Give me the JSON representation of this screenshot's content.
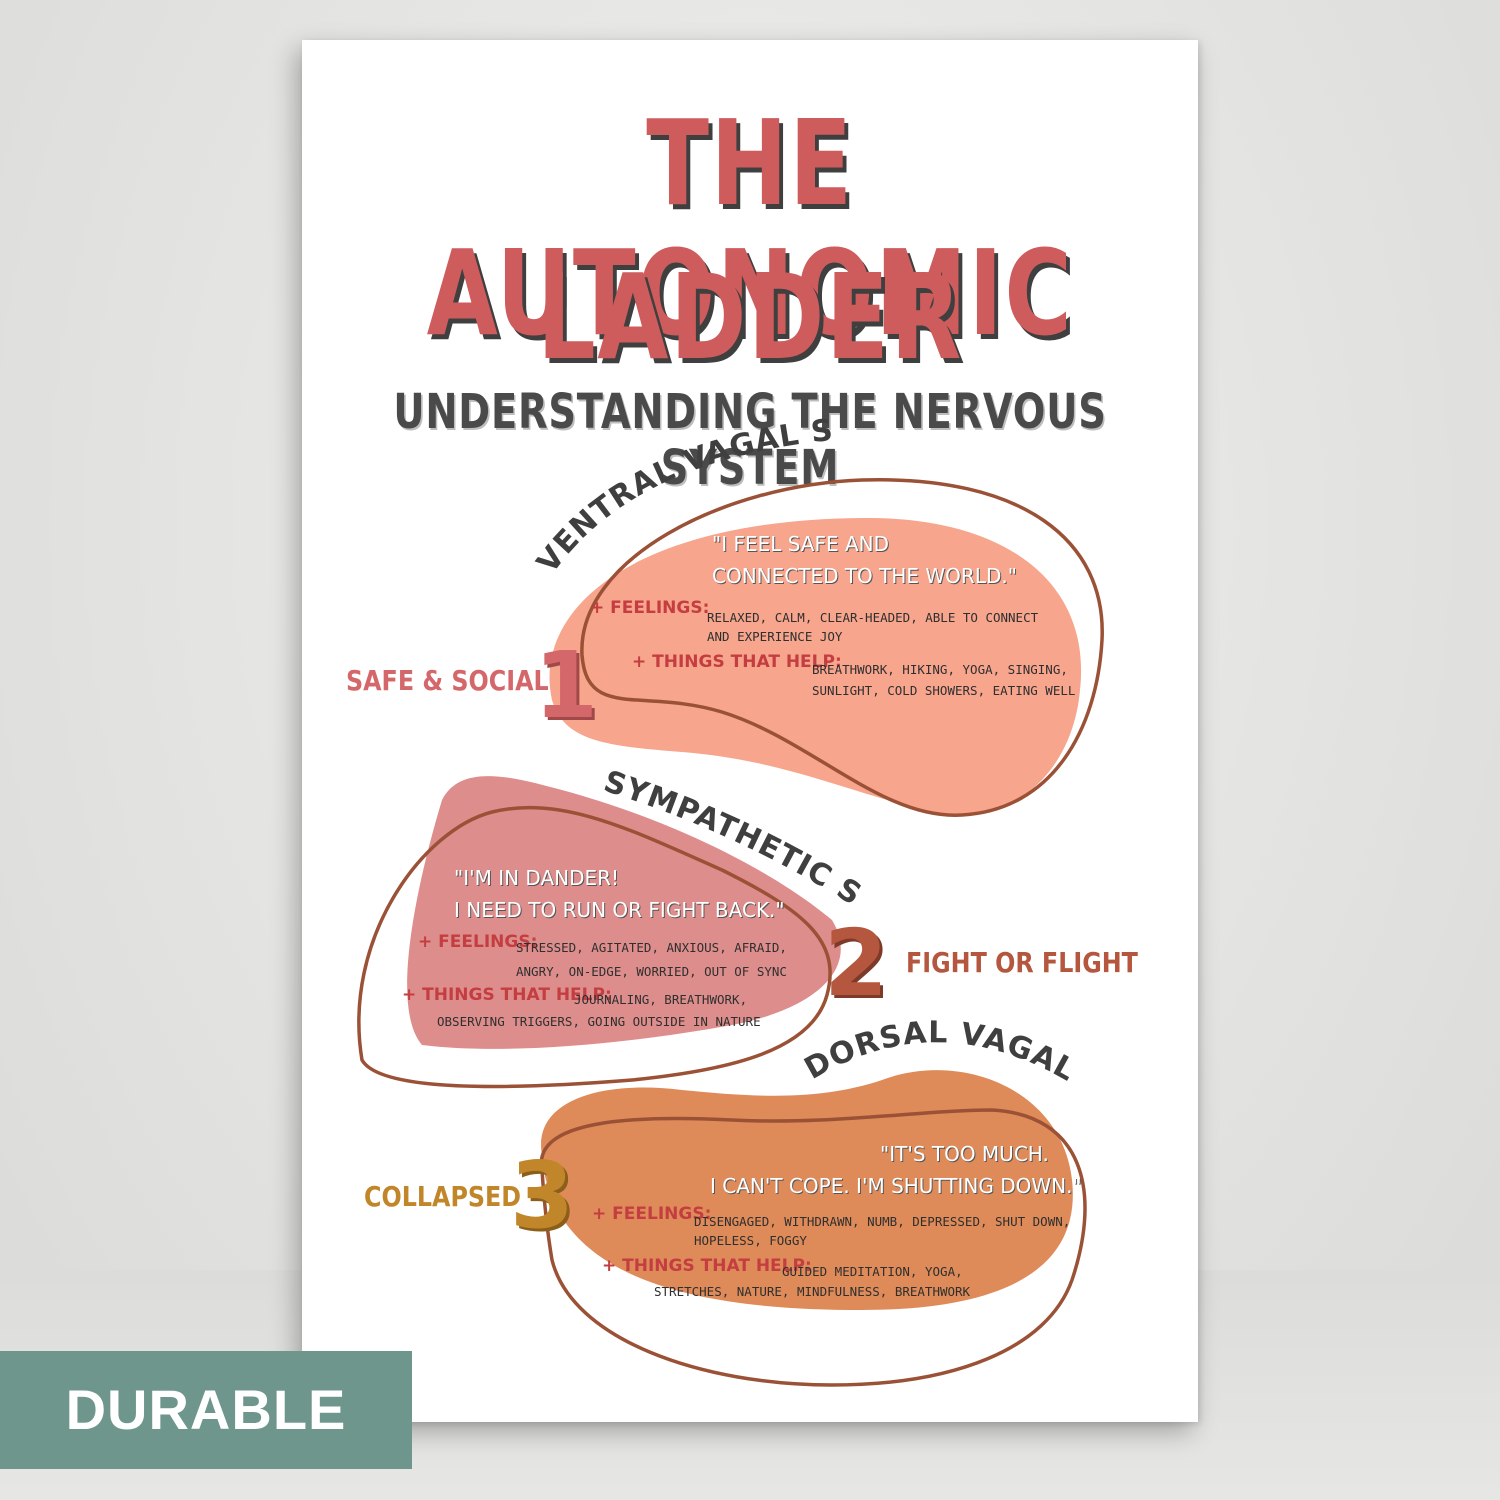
{
  "poster": {
    "title_line1": "THE AUTONOMIC",
    "title_line2": "LADDER",
    "subtitle": "UNDERSTANDING THE NERVOUS SYSTEM"
  },
  "states": [
    {
      "number": "1",
      "name": "VENTRAL VAGAL STATE",
      "side_label": "SAFE & SOCIAL",
      "quote_line1": "\"I FEEL SAFE AND",
      "quote_line2": "CONNECTED TO THE WORLD.\"",
      "feelings_label": "+ FEELINGS:",
      "feelings_line1": "RELAXED, CALM, CLEAR-HEADED, ABLE TO CONNECT",
      "feelings_line2": "AND EXPERIENCE JOY",
      "help_label": "+ THINGS THAT HELP:",
      "help_line1": "BREATHWORK, HIKING, YOGA, SINGING,",
      "help_line2": "SUNLIGHT, COLD SHOWERS, EATING WELL",
      "color": "#f7a58d"
    },
    {
      "number": "2",
      "name": "SYMPATHETIC STATE",
      "side_label": "FIGHT OR FLIGHT",
      "quote_line1": "\"I'M IN DANDER!",
      "quote_line2": "I NEED TO RUN OR FIGHT BACK.\"",
      "feelings_label": "+ FEELINGS:",
      "feelings_line1": "STRESSED, AGITATED, ANXIOUS, AFRAID,",
      "feelings_line2": "ANGRY, ON-EDGE, WORRIED, OUT OF SYNC",
      "help_label": "+ THINGS THAT HELP:",
      "help_line1": "JOURNALING, BREATHWORK,",
      "help_line2": "OBSERVING TRIGGERS, GOING OUTSIDE IN NATURE",
      "color": "#dd8e8c"
    },
    {
      "number": "3",
      "name": "DORSAL VAGAL STATE",
      "side_label": "COLLAPSED",
      "quote_line1": "\"IT'S TOO MUCH.",
      "quote_line2": "I CAN'T COPE.  I'M SHUTTING DOWN.\"",
      "feelings_label": "+ FEELINGS:",
      "feelings_line1": "DISENGAGED, WITHDRAWN, NUMB, DEPRESSED, SHUT DOWN,",
      "feelings_line2": "HOPELESS, FOGGY",
      "help_label": "+ THINGS THAT HELP:",
      "help_line1": "GUIDED MEDITATION, YOGA,",
      "help_line2": "STRETCHES, NATURE, MINDFULNESS, BREATHWORK",
      "color": "#de8b59"
    }
  ],
  "badge": {
    "label": "DURABLE"
  },
  "colors": {
    "title": "#cf5c5d",
    "outline": "#9b5136",
    "num1": "#d4676a",
    "num2": "#b5573f",
    "num3": "#c1862a",
    "badge_bg": "#6f968c"
  }
}
